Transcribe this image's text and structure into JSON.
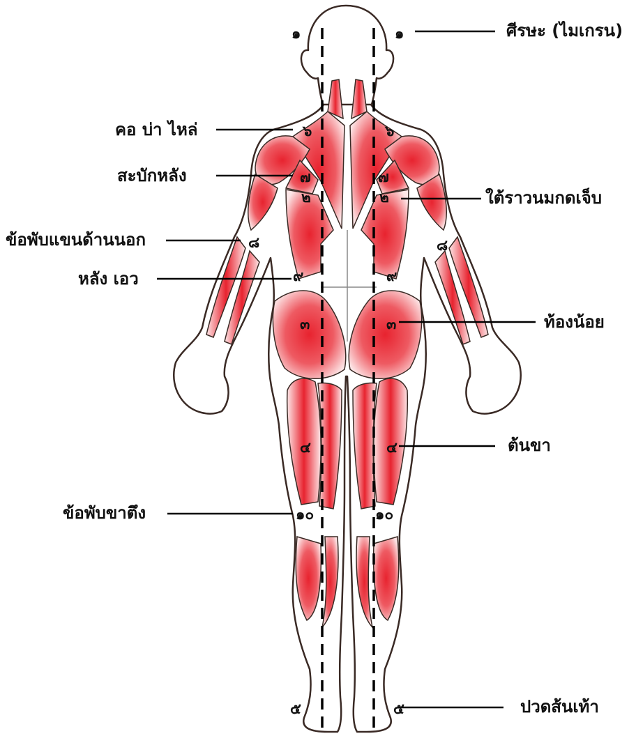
{
  "labels": {
    "head": "ศีรษะ (ไมเกรน)",
    "neck_shoulder": "คอ บ่า ไหล่",
    "scapula": "สะบักหลัง",
    "under_scapula": "ใต้ราวนมกดเจ็บ",
    "outer_elbow": "ข้อพับแขนด้านนอก",
    "lower_back": "หลัง เอว",
    "lower_abdomen": "ท้องน้อย",
    "thigh": "ต้นขา",
    "knee_back": "ข้อพับขาตึง",
    "heel": "ปวดส้นเท้า"
  },
  "markers": {
    "m1": "๑",
    "m2": "๒",
    "m3": "๓",
    "m4": "๔",
    "m5": "๕",
    "m6": "๖",
    "m7": "๗",
    "m8": "๘",
    "m9": "๙",
    "m10": "๑๐"
  },
  "colors": {
    "muscle_red": "#e8232f",
    "muscle_light": "#ffffff",
    "outline": "#3a2a25",
    "skin": "#ffffff",
    "leader_line": "#000000"
  }
}
